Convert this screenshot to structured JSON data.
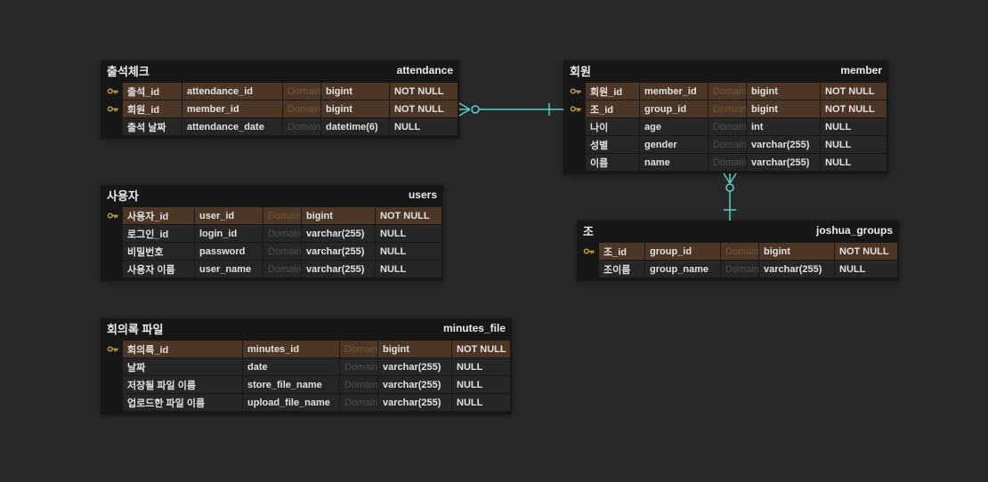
{
  "domain_placeholder": "Domain",
  "colors": {
    "canvas_background": "#282828",
    "relationship_line": "#56d0cd",
    "not_null_row": "#4d3626",
    "key_icon": "#c7a436"
  },
  "tables": [
    {
      "logical_name": "출석체크",
      "physical_name": "attendance",
      "columns": [
        {
          "key": "primary",
          "logical": "출석_id",
          "physical": "attendance_id",
          "type": "bigint",
          "nullable": "NOT NULL"
        },
        {
          "key": "foreign",
          "logical": "회원_id",
          "physical": "member_id",
          "type": "bigint",
          "nullable": "NOT NULL"
        },
        {
          "key": "",
          "logical": "출석 날짜",
          "physical": "attendance_date",
          "type": "datetime(6)",
          "nullable": "NULL"
        }
      ]
    },
    {
      "logical_name": "회원",
      "physical_name": "member",
      "columns": [
        {
          "key": "primary",
          "logical": "회원_id",
          "physical": "member_id",
          "type": "bigint",
          "nullable": "NOT NULL"
        },
        {
          "key": "foreign",
          "logical": "조_id",
          "physical": "group_id",
          "type": "bigint",
          "nullable": "NOT NULL"
        },
        {
          "key": "",
          "logical": "나이",
          "physical": "age",
          "type": "int",
          "nullable": "NULL"
        },
        {
          "key": "",
          "logical": "성별",
          "physical": "gender",
          "type": "varchar(255)",
          "nullable": "NULL"
        },
        {
          "key": "",
          "logical": "이름",
          "physical": "name",
          "type": "varchar(255)",
          "nullable": "NULL"
        }
      ]
    },
    {
      "logical_name": "사용자",
      "physical_name": "users",
      "columns": [
        {
          "key": "primary",
          "logical": "사용자_id",
          "physical": "user_id",
          "type": "bigint",
          "nullable": "NOT NULL"
        },
        {
          "key": "",
          "logical": "로그인_id",
          "physical": "login_id",
          "type": "varchar(255)",
          "nullable": "NULL"
        },
        {
          "key": "",
          "logical": "비밀번호",
          "physical": "password",
          "type": "varchar(255)",
          "nullable": "NULL"
        },
        {
          "key": "",
          "logical": "사용자 이름",
          "physical": "user_name",
          "type": "varchar(255)",
          "nullable": "NULL"
        }
      ]
    },
    {
      "logical_name": "조",
      "physical_name": "joshua_groups",
      "columns": [
        {
          "key": "primary",
          "logical": "조_id",
          "physical": "group_id",
          "type": "bigint",
          "nullable": "NOT NULL"
        },
        {
          "key": "",
          "logical": "조이름",
          "physical": "group_name",
          "type": "varchar(255)",
          "nullable": "NULL"
        }
      ]
    },
    {
      "logical_name": "회의록 파일",
      "physical_name": "minutes_file",
      "columns": [
        {
          "key": "primary",
          "logical": "회의록_id",
          "physical": "minutes_id",
          "type": "bigint",
          "nullable": "NOT NULL"
        },
        {
          "key": "",
          "logical": "날짜",
          "physical": "date",
          "type": "varchar(255)",
          "nullable": "NULL"
        },
        {
          "key": "",
          "logical": "저장될 파일 이름",
          "physical": "store_file_name",
          "type": "varchar(255)",
          "nullable": "NULL"
        },
        {
          "key": "",
          "logical": "업로드한 파일 이름",
          "physical": "upload_file_name",
          "type": "varchar(255)",
          "nullable": "NULL"
        }
      ]
    }
  ],
  "relationships": [
    {
      "from": "attendance.member_id",
      "to": "member.member_id",
      "cardinality": "zero-or-many : one"
    },
    {
      "from": "member.group_id",
      "to": "joshua_groups.group_id",
      "cardinality": "zero-or-many : one"
    }
  ]
}
